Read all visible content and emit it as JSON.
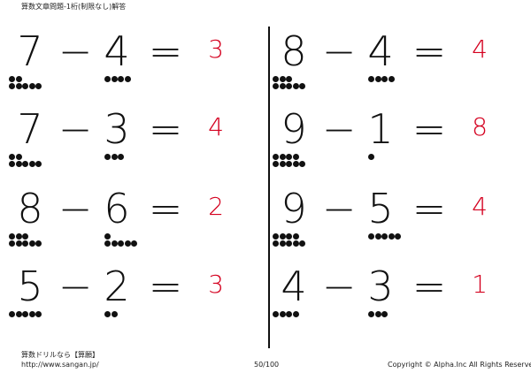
{
  "title": "算数文章問題-1桁(制限なし)解答",
  "operator": "−",
  "equals": "=",
  "problems": [
    {
      "a": 7,
      "b": 4,
      "answer": 3
    },
    {
      "a": 7,
      "b": 3,
      "answer": 4
    },
    {
      "a": 8,
      "b": 6,
      "answer": 2
    },
    {
      "a": 5,
      "b": 2,
      "answer": 3
    },
    {
      "a": 8,
      "b": 4,
      "answer": 4
    },
    {
      "a": 9,
      "b": 1,
      "answer": 8
    },
    {
      "a": 9,
      "b": 5,
      "answer": 4
    },
    {
      "a": 4,
      "b": 3,
      "answer": 1
    }
  ],
  "footer": {
    "brand": "算数ドリルなら【算願】",
    "url": "http://www.sangan.jp/",
    "page": "50/100",
    "copyright": "Copyright © Alpha.Inc All Rights Reserved."
  }
}
